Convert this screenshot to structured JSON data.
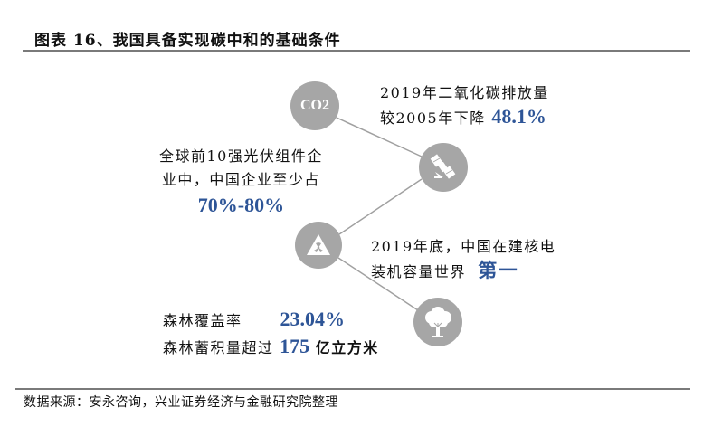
{
  "figure": {
    "title": "图表 16、我国具备实现碳中和的基础条件",
    "source": "数据来源：安永咨询，兴业证券经济与金融研究院整理"
  },
  "colors": {
    "highlight": "#2e5597",
    "node_fill": "#a6a6a6",
    "connector": "#a0a0a0",
    "rule": "#7a7a7a"
  },
  "nodes": [
    {
      "icon": "co2-icon",
      "icon_label": "CO2",
      "lines": [
        "2019年二氧化碳排放量",
        "较2005年下降"
      ],
      "highlight": "48.1%"
    },
    {
      "icon": "satellite-icon",
      "lines": [
        "全球前10强光伏组件企",
        "业中，中国企业至少占"
      ],
      "highlight": "70%-80%"
    },
    {
      "icon": "nuclear-icon",
      "lines": [
        "2019年底，中国在建核电",
        "装机容量世界"
      ],
      "highlight": "第一"
    },
    {
      "icon": "tree-icon",
      "lines": [
        "森林覆盖率",
        "森林蓄积量超过"
      ],
      "highlight": "23.04%",
      "highlight2": "175",
      "unit": "亿立方米"
    }
  ]
}
